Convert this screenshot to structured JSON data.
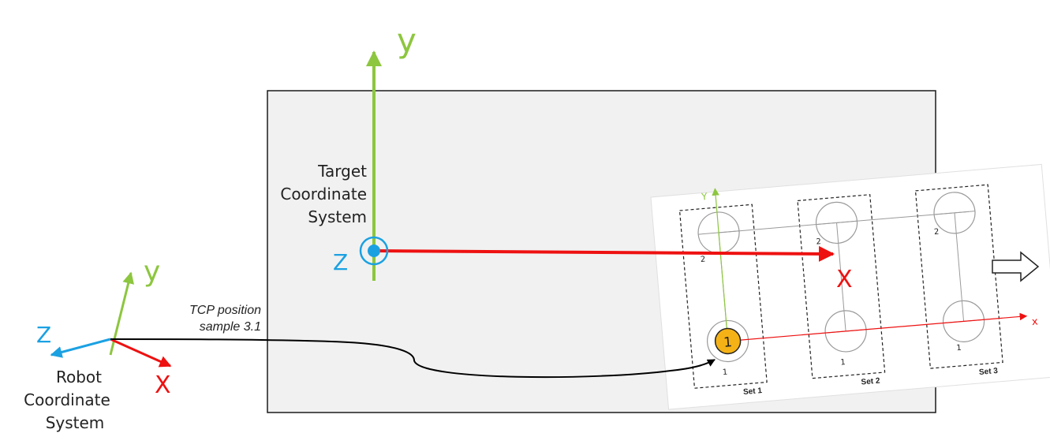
{
  "colors": {
    "x_axis": "#ee1111",
    "y_axis": "#8dc63f",
    "z_axis": "#1ba1e2",
    "plate_fill": "#f1f1f1",
    "marker_fill": "#f5b216"
  },
  "target_cs": {
    "label_line1": "Target",
    "label_line2": "Coordinate",
    "label_line3": "System",
    "x": "X",
    "y": "y",
    "z": "Z"
  },
  "robot_cs": {
    "label_line1": "Robot",
    "label_line2": "Coordinate",
    "label_line3": "System",
    "x": "X",
    "y": "y",
    "z": "Z"
  },
  "tcp": {
    "line1": "TCP position",
    "line2": "sample 3.1"
  },
  "plate": {
    "x": "x",
    "y": "Y",
    "marker": "1",
    "sets": [
      {
        "label": "Set 1",
        "top": "2",
        "bottom": "1"
      },
      {
        "label": "Set 2",
        "top": "2",
        "bottom": "1"
      },
      {
        "label": "Set 3",
        "top": "2",
        "bottom": "1"
      }
    ]
  }
}
